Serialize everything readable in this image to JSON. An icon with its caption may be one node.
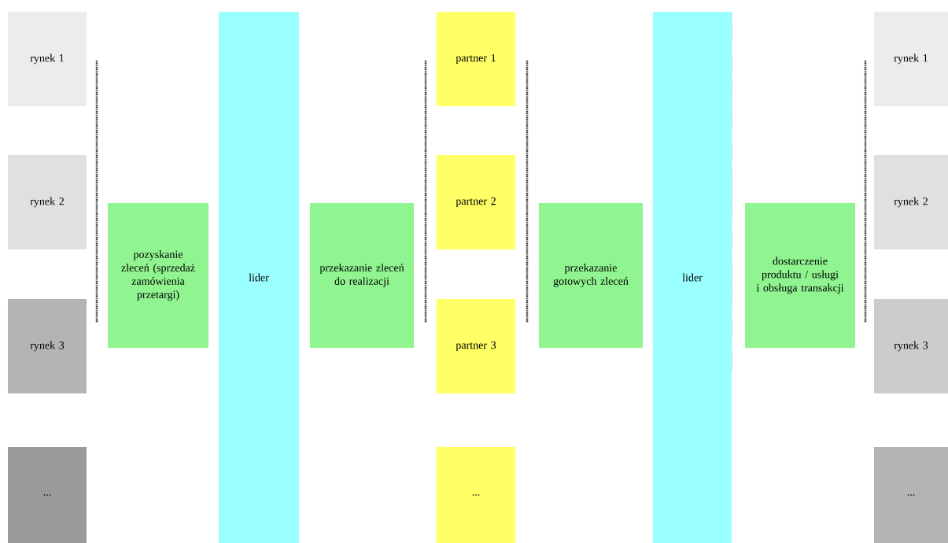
{
  "diagram": {
    "nodes": [
      {
        "text": [
          "rynek 1"
        ]
      },
      {
        "text": [
          "rynek 2"
        ]
      },
      {
        "text": [
          "rynek 3"
        ]
      },
      {
        "text": [
          "..."
        ]
      },
      {
        "text": [
          "pozyskanie zleceń (sprzedaż zamówienia przetargi)"
        ]
      },
      {
        "text": [
          "lider"
        ]
      },
      {
        "text": [
          "przekazanie zleceń do realizacji"
        ]
      },
      {
        "text": [
          "partner 1"
        ]
      },
      {
        "text": [
          "partner 2"
        ]
      },
      {
        "text": [
          "partner 3"
        ]
      },
      {
        "text": [
          "..."
        ]
      },
      {
        "text": [
          "przekazanie gotowych zleceń"
        ]
      },
      {
        "text": [
          "lider"
        ]
      },
      {
        "text": [
          "dostarczenie produktu / usługi i obsługa transakcji"
        ]
      },
      {
        "text": [
          "rynek 1"
        ]
      },
      {
        "text": [
          "rynek 2"
        ]
      },
      {
        "text": [
          "rynek 3"
        ]
      },
      {
        "text": [
          "..."
        ]
      }
    ]
  }
}
